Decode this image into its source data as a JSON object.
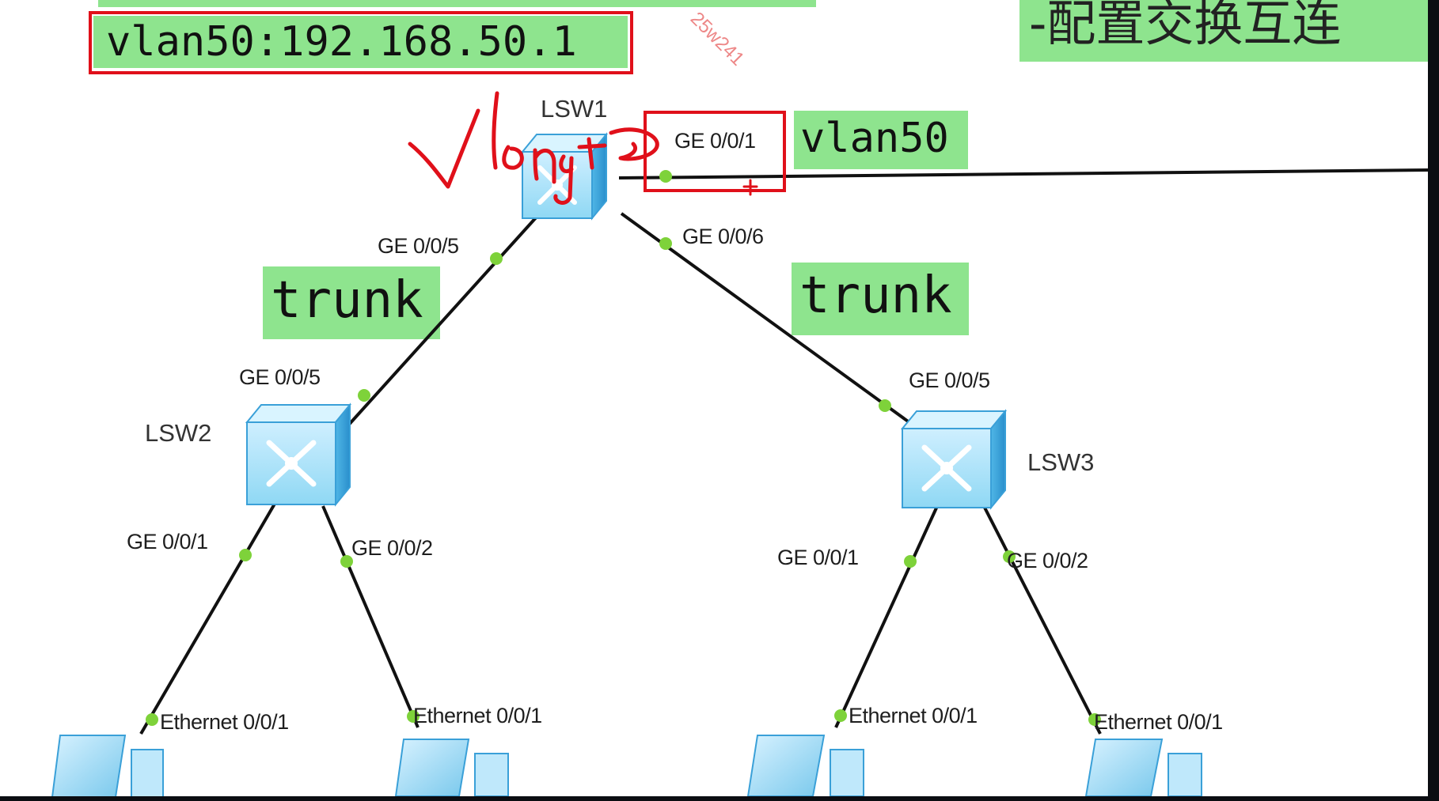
{
  "annotations": {
    "vlan_ip": "vlan50:192.168.50.1",
    "title_fragment": "-配置交换互连",
    "uplink_vlan": "vlan50",
    "trunk_left": "trunk",
    "trunk_right": "trunk",
    "watermark": "25w241"
  },
  "switches": {
    "lsw1": "LSW1",
    "lsw2": "LSW2",
    "lsw3": "LSW3"
  },
  "ports": {
    "lsw1_uplink": "GE 0/0/1",
    "lsw1_to_lsw2": "GE 0/0/5",
    "lsw1_to_lsw3": "GE 0/0/6",
    "lsw2_uplink": "GE 0/0/5",
    "lsw3_uplink": "GE 0/0/5",
    "lsw2_pc1": "GE 0/0/1",
    "lsw2_pc2": "GE 0/0/2",
    "lsw3_pc1": "GE 0/0/1",
    "lsw3_pc2": "GE 0/0/2",
    "pc1_eth": "Ethernet 0/0/1",
    "pc2_eth": "Ethernet 0/0/1",
    "pc3_eth": "Ethernet 0/0/1",
    "pc4_eth": "Ethernet 0/0/1"
  },
  "colors": {
    "highlight_green": "#8ee48e",
    "annotation_red": "#e0101a",
    "port_dot": "#7ed23a",
    "device_blue": "#7fd3f0",
    "link": "#111111"
  },
  "icons": {
    "switch": "layer3-switch-icon",
    "pc": "pc-icon"
  }
}
